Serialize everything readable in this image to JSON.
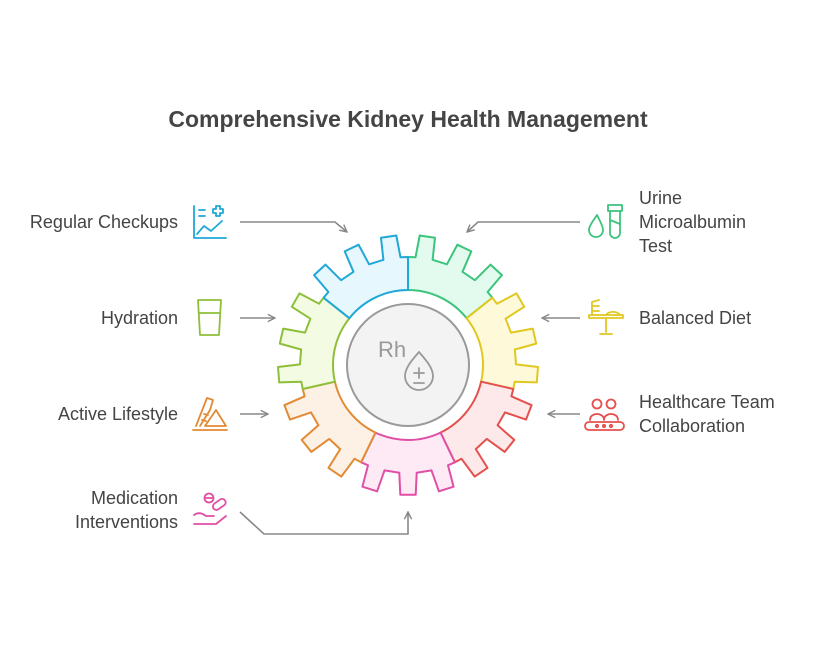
{
  "title": "Comprehensive Kidney Health Management",
  "center": {
    "text": "Rh",
    "icon": "blood-drop-plus-minus-icon"
  },
  "left_items": [
    {
      "label": "Regular Checkups",
      "icon": "chart-medical-icon",
      "color": "#1fa8d8"
    },
    {
      "label": "Hydration",
      "icon": "water-glass-icon",
      "color": "#8dbf3a"
    },
    {
      "label": "Active Lifestyle",
      "icon": "running-shoe-icon",
      "color": "#e28a34"
    },
    {
      "label": "Medication Interventions",
      "icon": "hand-pills-icon",
      "color": "#e04fa6"
    }
  ],
  "right_items": [
    {
      "label": "Urine Microalbumin Test",
      "icon": "drop-test-tube-icon",
      "color": "#3cc47c"
    },
    {
      "label": "Balanced Diet",
      "icon": "food-stand-icon",
      "color": "#e0c820"
    },
    {
      "label": "Healthcare Team Collaboration",
      "icon": "team-icon",
      "color": "#e4504e"
    }
  ],
  "gear_segments": [
    {
      "stroke": "#3cc47c",
      "fill": "#e2fbee"
    },
    {
      "stroke": "#e0c820",
      "fill": "#fef9d9"
    },
    {
      "stroke": "#e4504e",
      "fill": "#fde9e9"
    },
    {
      "stroke": "#e04fa6",
      "fill": "#fdeaf5"
    },
    {
      "stroke": "#e28a34",
      "fill": "#fdf0e4"
    },
    {
      "stroke": "#8dbf3a",
      "fill": "#f3fbe3"
    },
    {
      "stroke": "#1fa8d8",
      "fill": "#e6f7fd"
    }
  ]
}
